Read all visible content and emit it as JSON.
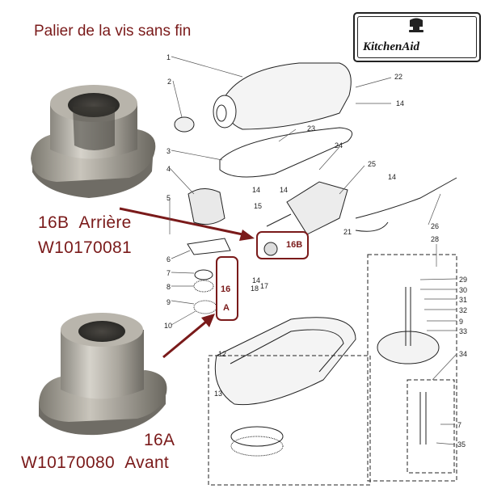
{
  "title": "Palier de la vis sans fin",
  "brand": "KitchenAid",
  "rear": {
    "code": "16B",
    "position": "Arrière",
    "part_number": "W10170081"
  },
  "front": {
    "code": "16A",
    "position": "Avant",
    "part_number": "W10170080"
  },
  "callout_16b": "16B",
  "callout_16a": [
    "16",
    "A"
  ],
  "part_numbers": [
    "1",
    "2",
    "3",
    "4",
    "5",
    "6",
    "7",
    "8",
    "9",
    "10",
    "12",
    "13",
    "14",
    "14",
    "14",
    "14",
    "14",
    "15",
    "16B",
    "16A",
    "17",
    "18",
    "21",
    "22",
    "23",
    "24",
    "25",
    "26",
    "28",
    "29",
    "30",
    "31",
    "32",
    "9",
    "33",
    "34",
    "7",
    "35"
  ],
  "accent_color": "#7a1a1a"
}
